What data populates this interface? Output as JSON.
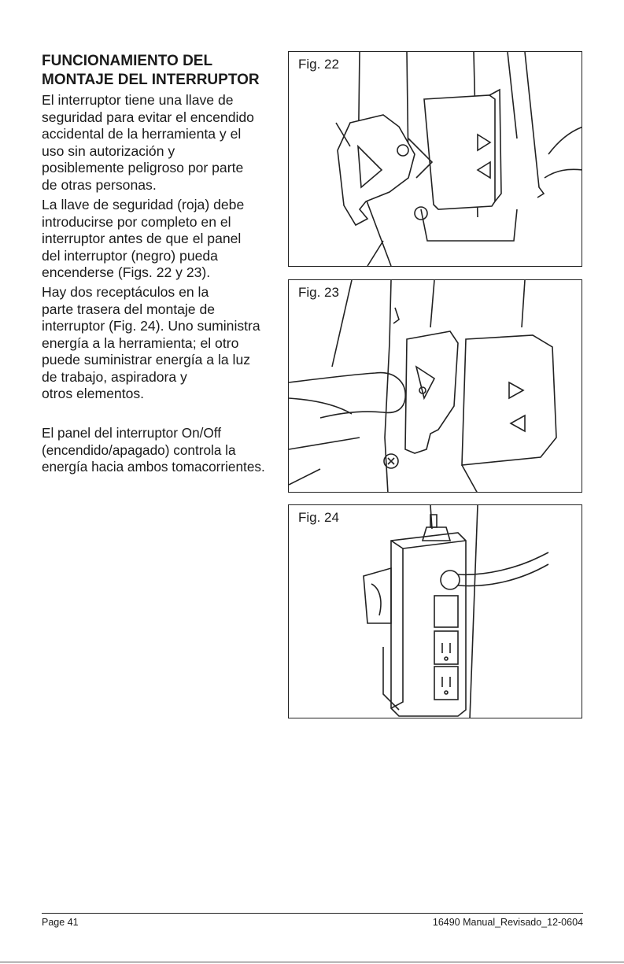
{
  "section": {
    "title": "FUNCIONAMIENTO DEL MONTAJE DEL INTERRUPTOR",
    "paragraphs": [
      "El interruptor tiene una llave de\nseguridad para evitar el encendido\naccidental de la herramienta y el\nuso sin autorización y\nposiblemente peligroso por parte\nde otras personas.",
      "La llave de seguridad (roja) debe\nintroducirse por completo en el\ninterruptor antes de que el panel\ndel interruptor (negro) pueda\nencenderse (Figs. 22 y 23).",
      "Hay dos receptáculos en la\nparte trasera del montaje de\ninterruptor (Fig. 24). Uno suministra\nenergía a la herramienta; el otro\npuede suministrar energía a la luz\nde trabajo, aspiradora y\notros elementos.",
      "El panel del interruptor On/Off\n(encendido/apagado) controla la\nenergía hacia ambos tomacorrientes."
    ]
  },
  "figures": {
    "fig22": {
      "label": "Fig. 22"
    },
    "fig23": {
      "label": "Fig. 23"
    },
    "fig24": {
      "label": "Fig. 24"
    }
  },
  "footer": {
    "page": "Page 41",
    "doc_id": "16490 Manual_Revisado_12-0604"
  }
}
